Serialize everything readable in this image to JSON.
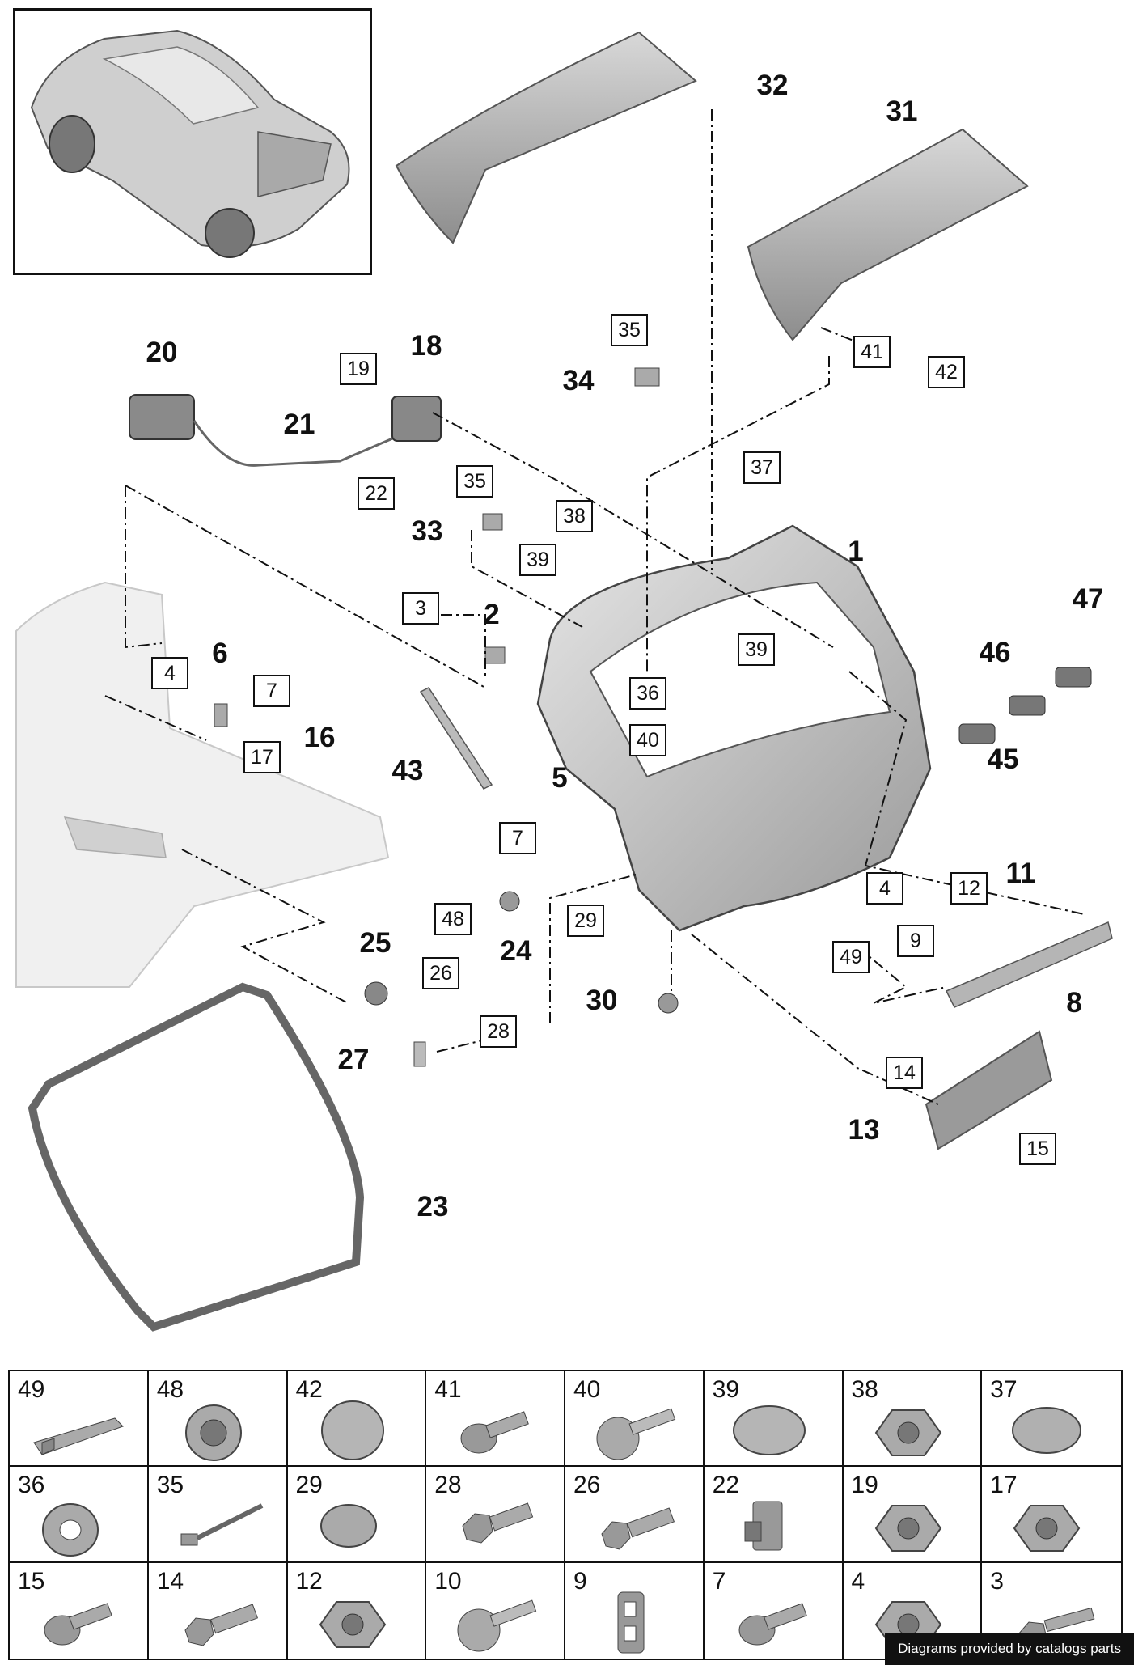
{
  "callouts": [
    {
      "id": "c1",
      "text": "1",
      "style": "bold"
    },
    {
      "id": "c2",
      "text": "2",
      "style": "bold"
    },
    {
      "id": "c3",
      "text": "3",
      "style": "box"
    },
    {
      "id": "c4a",
      "text": "4",
      "style": "box"
    },
    {
      "id": "c4b",
      "text": "4",
      "style": "box"
    },
    {
      "id": "c5",
      "text": "5",
      "style": "bold"
    },
    {
      "id": "c6",
      "text": "6",
      "style": "bold"
    },
    {
      "id": "c7a",
      "text": "7",
      "style": "box"
    },
    {
      "id": "c7b",
      "text": "7",
      "style": "box"
    },
    {
      "id": "c8",
      "text": "8",
      "style": "bold"
    },
    {
      "id": "c9",
      "text": "9",
      "style": "box"
    },
    {
      "id": "c11",
      "text": "11",
      "style": "bold"
    },
    {
      "id": "c12",
      "text": "12",
      "style": "box"
    },
    {
      "id": "c13",
      "text": "13",
      "style": "bold"
    },
    {
      "id": "c14",
      "text": "14",
      "style": "box"
    },
    {
      "id": "c15",
      "text": "15",
      "style": "box"
    },
    {
      "id": "c16",
      "text": "16",
      "style": "bold"
    },
    {
      "id": "c17",
      "text": "17",
      "style": "box"
    },
    {
      "id": "c18",
      "text": "18",
      "style": "bold"
    },
    {
      "id": "c19",
      "text": "19",
      "style": "box"
    },
    {
      "id": "c20",
      "text": "20",
      "style": "bold"
    },
    {
      "id": "c21",
      "text": "21",
      "style": "bold"
    },
    {
      "id": "c22",
      "text": "22",
      "style": "box"
    },
    {
      "id": "c23",
      "text": "23",
      "style": "bold"
    },
    {
      "id": "c24",
      "text": "24",
      "style": "bold"
    },
    {
      "id": "c25",
      "text": "25",
      "style": "bold"
    },
    {
      "id": "c26",
      "text": "26",
      "style": "box"
    },
    {
      "id": "c27",
      "text": "27",
      "style": "bold"
    },
    {
      "id": "c28",
      "text": "28",
      "style": "box"
    },
    {
      "id": "c29",
      "text": "29",
      "style": "box"
    },
    {
      "id": "c30",
      "text": "30",
      "style": "bold"
    },
    {
      "id": "c31",
      "text": "31",
      "style": "bold"
    },
    {
      "id": "c32",
      "text": "32",
      "style": "bold"
    },
    {
      "id": "c33",
      "text": "33",
      "style": "bold"
    },
    {
      "id": "c34",
      "text": "34",
      "style": "bold"
    },
    {
      "id": "c35a",
      "text": "35",
      "style": "box"
    },
    {
      "id": "c35b",
      "text": "35",
      "style": "box"
    },
    {
      "id": "c36",
      "text": "36",
      "style": "box"
    },
    {
      "id": "c37",
      "text": "37",
      "style": "box"
    },
    {
      "id": "c38",
      "text": "38",
      "style": "box"
    },
    {
      "id": "c39a",
      "text": "39",
      "style": "box"
    },
    {
      "id": "c39b",
      "text": "39",
      "style": "box"
    },
    {
      "id": "c40",
      "text": "40",
      "style": "box"
    },
    {
      "id": "c41",
      "text": "41",
      "style": "box"
    },
    {
      "id": "c42",
      "text": "42",
      "style": "box"
    },
    {
      "id": "c43",
      "text": "43",
      "style": "bold"
    },
    {
      "id": "c45",
      "text": "45",
      "style": "bold"
    },
    {
      "id": "c46",
      "text": "46",
      "style": "bold"
    },
    {
      "id": "c47",
      "text": "47",
      "style": "bold"
    },
    {
      "id": "c48",
      "text": "48",
      "style": "box"
    },
    {
      "id": "c49",
      "text": "49",
      "style": "box"
    }
  ],
  "legend": [
    {
      "num": "49",
      "icon": "channel-profile"
    },
    {
      "num": "48",
      "icon": "bushing-nut"
    },
    {
      "num": "42",
      "icon": "round-cap"
    },
    {
      "num": "41",
      "icon": "flange-bolt"
    },
    {
      "num": "40",
      "icon": "clip-pin"
    },
    {
      "num": "39",
      "icon": "oval-cap"
    },
    {
      "num": "38",
      "icon": "hex-nut"
    },
    {
      "num": "37",
      "icon": "oval-pad"
    },
    {
      "num": "36",
      "icon": "washer"
    },
    {
      "num": "35",
      "icon": "rivet"
    },
    {
      "num": "29",
      "icon": "oval-plug"
    },
    {
      "num": "28",
      "icon": "shoulder-bolt"
    },
    {
      "num": "26",
      "icon": "hex-bolt"
    },
    {
      "num": "22",
      "icon": "cable-clip"
    },
    {
      "num": "19",
      "icon": "hex-nut"
    },
    {
      "num": "17",
      "icon": "hex-nut"
    },
    {
      "num": "15",
      "icon": "flange-bolt"
    },
    {
      "num": "14",
      "icon": "hex-bolt"
    },
    {
      "num": "12",
      "icon": "hex-nut"
    },
    {
      "num": "10",
      "icon": "clip-pin"
    },
    {
      "num": "9",
      "icon": "bracket-plate"
    },
    {
      "num": "7",
      "icon": "flange-bolt"
    },
    {
      "num": "4",
      "icon": "hex-nut"
    },
    {
      "num": "3",
      "icon": "stud-bolt"
    }
  ],
  "credit": "Diagrams provided by catalogs parts"
}
